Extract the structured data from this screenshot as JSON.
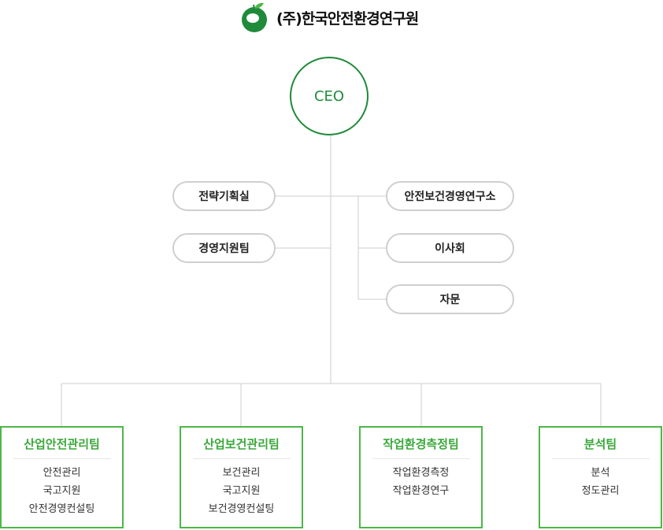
{
  "header": {
    "company_name": "(주)한국안전환경연구원",
    "logo_icon": "apple-leaf-logo-icon",
    "brand_color": "#1f8a3a"
  },
  "ceo": {
    "label": "CEO"
  },
  "left_units": [
    {
      "label": "전략기획실"
    },
    {
      "label": "경영지원팀"
    }
  ],
  "right_units": [
    {
      "label": "안전보건경영연구소"
    },
    {
      "label": "이사회"
    },
    {
      "label": "자문"
    }
  ],
  "teams": [
    {
      "name": "산업안전관리팀",
      "items": [
        "안전관리",
        "국고지원",
        "안전경영컨설팅"
      ]
    },
    {
      "name": "산업보건관리팀",
      "items": [
        "보건관리",
        "국고지원",
        "보건경영컨설팅"
      ]
    },
    {
      "name": "작업환경측정팀",
      "items": [
        "작업환경측정",
        "작업환경연구"
      ]
    },
    {
      "name": "분석팀",
      "items": [
        "분석",
        "정도관리"
      ]
    }
  ],
  "colors": {
    "team_border": "#4cb748",
    "team_title": "#3aa83a",
    "connector": "#cccccc",
    "pill_border": "#cfcfcf"
  }
}
